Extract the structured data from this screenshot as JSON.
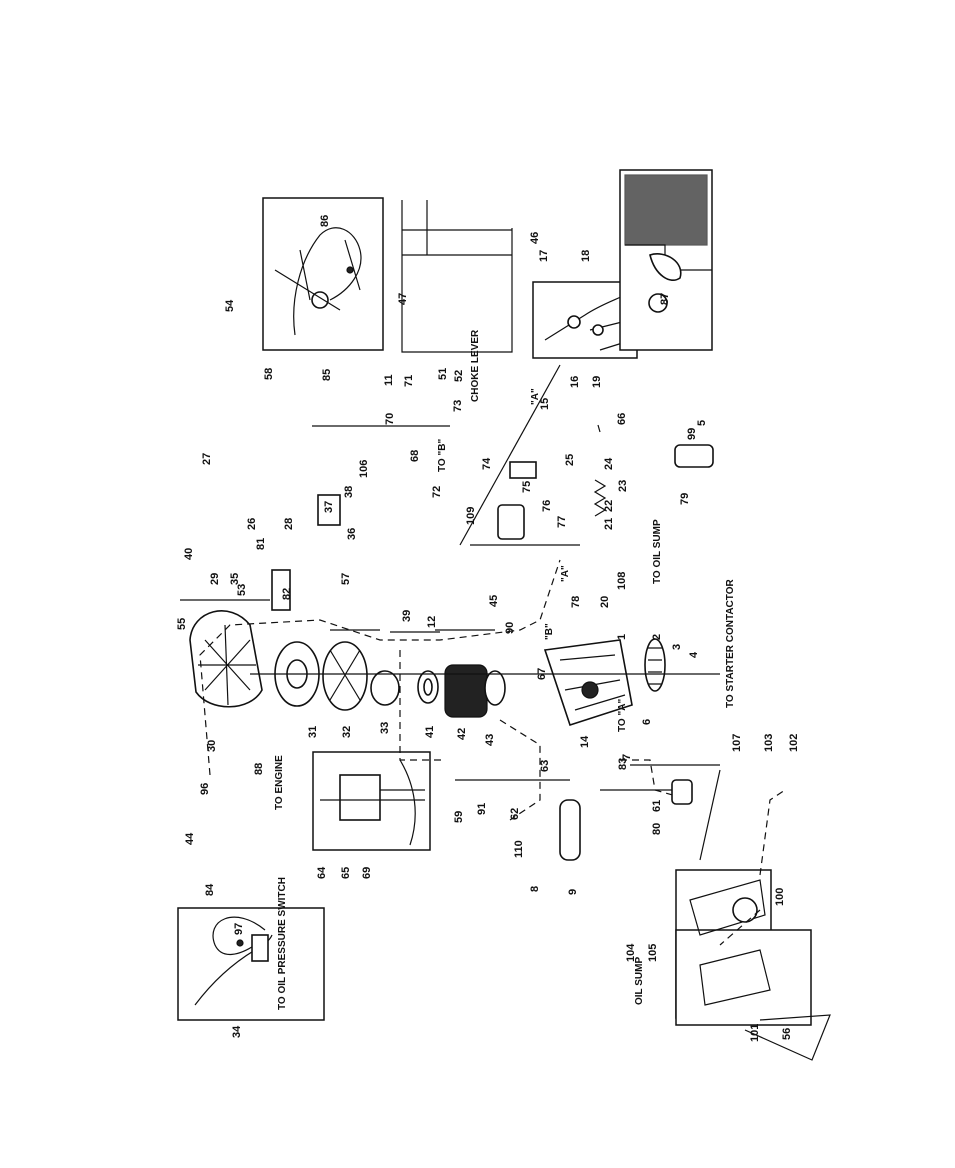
{
  "notes": {
    "to_oil_pressure_switch": "TO OIL PRESSURE SWITCH",
    "to_engine": "TO ENGINE",
    "to_starter_contactor": "TO STARTER CONTACTOR",
    "to_oil_sump": "TO OIL SUMP",
    "oil_sump": "OIL SUMP",
    "choke_lever": "CHOKE LEVER",
    "to_b": "TO \"B\"",
    "to_a": "TO \"A\"",
    "point_a": "\"A\"",
    "point_b": "\"B\""
  },
  "labels": [
    "1",
    "2",
    "3",
    "4",
    "5",
    "6",
    "7",
    "8",
    "9",
    "11",
    "12",
    "14",
    "15",
    "16",
    "17",
    "18",
    "19",
    "20",
    "21",
    "22",
    "23",
    "24",
    "25",
    "26",
    "27",
    "28",
    "29",
    "30",
    "31",
    "32",
    "33",
    "34",
    "35",
    "36",
    "37",
    "38",
    "39",
    "40",
    "41",
    "42",
    "43",
    "44",
    "45",
    "46",
    "47",
    "51",
    "52",
    "53",
    "54",
    "55",
    "56",
    "57",
    "58",
    "59",
    "61",
    "62",
    "63",
    "64",
    "65",
    "66",
    "67",
    "68",
    "69",
    "70",
    "71",
    "72",
    "73",
    "74",
    "75",
    "76",
    "77",
    "78",
    "79",
    "80",
    "81",
    "82",
    "83",
    "84",
    "85",
    "86",
    "87",
    "88",
    "90",
    "91",
    "96",
    "97",
    "99",
    "100",
    "101",
    "102",
    "103",
    "104",
    "105",
    "106",
    "107",
    "108",
    "109",
    "110"
  ]
}
